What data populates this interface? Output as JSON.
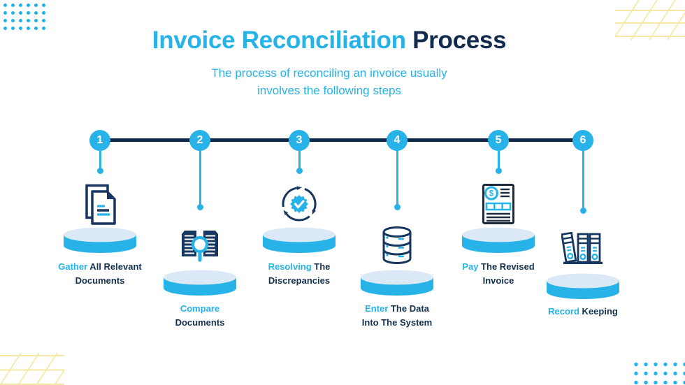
{
  "page": {
    "title_highlight": "Invoice Reconciliation",
    "title_rest": " Process",
    "subtitle": "The process of reconciling an invoice usually\ninvolves the following steps"
  },
  "timeline": {
    "steps": [
      {
        "number": "1",
        "label_highlight": "Gather",
        "label_rest": " All Relevant\nDocuments",
        "icon": "stacked-documents-icon"
      },
      {
        "number": "2",
        "label_highlight": "Compare",
        "label_rest": "\nDocuments",
        "icon": "compare-documents-magnifier-icon"
      },
      {
        "number": "3",
        "label_highlight": "Resolving",
        "label_rest": " The\nDiscrepancies",
        "icon": "approval-sync-icon"
      },
      {
        "number": "4",
        "label_highlight": "Enter",
        "label_rest": " The Data\nInto The System",
        "icon": "database-icon"
      },
      {
        "number": "5",
        "label_highlight": "Pay",
        "label_rest": " The Revised\nInvoice",
        "icon": "invoice-dollar-icon"
      },
      {
        "number": "6",
        "label_highlight": "Record",
        "label_rest": " Keeping",
        "icon": "binders-archive-icon"
      }
    ]
  },
  "glyphs": {
    "dollar": "$"
  },
  "colors": {
    "accent_cyan": "#27b2e8",
    "timeline_navy": "#0d2848",
    "text_navy": "#14304f",
    "icon_navy": "#16365f",
    "pedestal_top_pale_blue": "#dbe9f7",
    "pattern_yellow": "#f5e8a2"
  }
}
